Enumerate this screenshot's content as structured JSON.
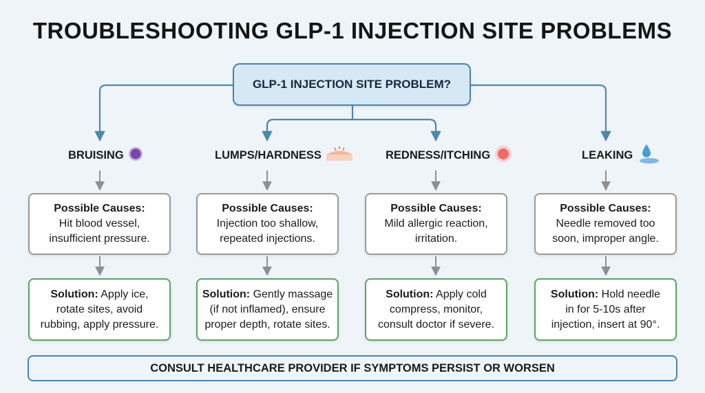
{
  "title": "TROUBLESHOOTING GLP-1 INJECTION SITE PROBLEMS",
  "root": "GLP-1 INJECTION SITE PROBLEM?",
  "columns": [
    {
      "label": "BRUISING",
      "icon": "bruise-icon",
      "cause_head": "Possible Causes:",
      "cause_lines": [
        "Hit blood vessel,",
        "insufficient pressure."
      ],
      "solution_lead": "Solution:",
      "solution_lines": [
        " Apply ice,",
        "rotate sites, avoid",
        "rubbing, apply pressure."
      ]
    },
    {
      "label": "LUMPS/HARDNESS",
      "icon": "lump-icon",
      "cause_head": "Possible Causes:",
      "cause_lines": [
        "Injection too shallow,",
        "repeated injections."
      ],
      "solution_lead": "Solution:",
      "solution_lines": [
        " Gently massage",
        "(if not inflamed), ensure",
        "proper depth, rotate sites."
      ]
    },
    {
      "label": "REDNESS/ITCHING",
      "icon": "redness-icon",
      "cause_head": "Possible Causes:",
      "cause_lines": [
        "Mild allergic reaction,",
        "irritation."
      ],
      "solution_lead": "Solution:",
      "solution_lines": [
        " Apply cold",
        "compress, monitor,",
        "consult doctor if severe."
      ]
    },
    {
      "label": "LEAKING",
      "icon": "droplet-icon",
      "cause_head": "Possible Causes:",
      "cause_lines": [
        "Needle removed too",
        "soon, improper angle."
      ],
      "solution_lead": "Solution:",
      "solution_lines": [
        " Hold needle",
        "in for 5-10s after",
        "injection, insert at 90°."
      ]
    }
  ],
  "banner": "CONSULT HEALTHCARE PROVIDER IF SYMPTOMS PERSIST OR WORSEN",
  "colors": {
    "connector": "#4f87ad",
    "gray_arrow": "#8f8f8f",
    "cause_border": "#9a9a9a",
    "solution_border": "#5aa45e",
    "bruise": "#7b45b0",
    "redness": "#ef6b6b",
    "water": "#4a9ad4"
  }
}
